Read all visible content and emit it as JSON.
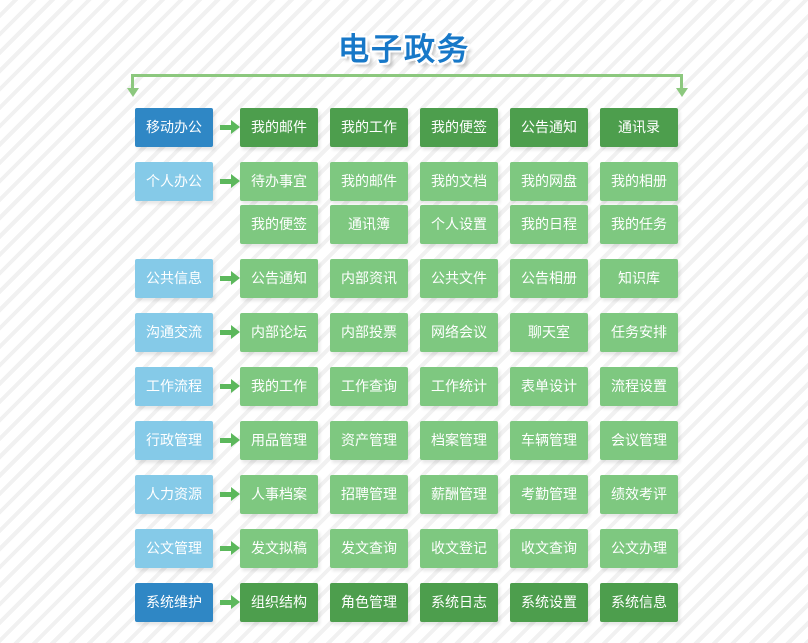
{
  "title": "电子政务",
  "colors": {
    "title_color": "#1778c8",
    "dark_blue": "#2f87c5",
    "light_blue": "#85cae8",
    "dark_green": "#4d9e4d",
    "light_green": "#7ec880",
    "arrow_green": "#5cb85c",
    "bracket_green": "#8cc87e"
  },
  "rows": [
    {
      "category": "移动办公",
      "tone": "dark",
      "items": [
        [
          "我的邮件",
          "我的工作",
          "我的便签",
          "公告通知",
          "通讯录"
        ]
      ]
    },
    {
      "category": "个人办公",
      "tone": "light",
      "items": [
        [
          "待办事宜",
          "我的邮件",
          "我的文档",
          "我的网盘",
          "我的相册"
        ],
        [
          "我的便签",
          "通讯簿",
          "个人设置",
          "我的日程",
          "我的任务"
        ]
      ]
    },
    {
      "category": "公共信息",
      "tone": "light",
      "items": [
        [
          "公告通知",
          "内部资讯",
          "公共文件",
          "公告相册",
          "知识库"
        ]
      ]
    },
    {
      "category": "沟通交流",
      "tone": "light",
      "items": [
        [
          "内部论坛",
          "内部投票",
          "网络会议",
          "聊天室",
          "任务安排"
        ]
      ]
    },
    {
      "category": "工作流程",
      "tone": "light",
      "items": [
        [
          "我的工作",
          "工作查询",
          "工作统计",
          "表单设计",
          "流程设置"
        ]
      ]
    },
    {
      "category": "行政管理",
      "tone": "light",
      "items": [
        [
          "用品管理",
          "资产管理",
          "档案管理",
          "车辆管理",
          "会议管理"
        ]
      ]
    },
    {
      "category": "人力资源",
      "tone": "light",
      "items": [
        [
          "人事档案",
          "招聘管理",
          "薪酬管理",
          "考勤管理",
          "绩效考评"
        ]
      ]
    },
    {
      "category": "公文管理",
      "tone": "light",
      "items": [
        [
          "发文拟稿",
          "发文查询",
          "收文登记",
          "收文查询",
          "公文办理"
        ]
      ]
    },
    {
      "category": "系统维护",
      "tone": "dark",
      "items": [
        [
          "组织结构",
          "角色管理",
          "系统日志",
          "系统设置",
          "系统信息"
        ]
      ]
    }
  ]
}
